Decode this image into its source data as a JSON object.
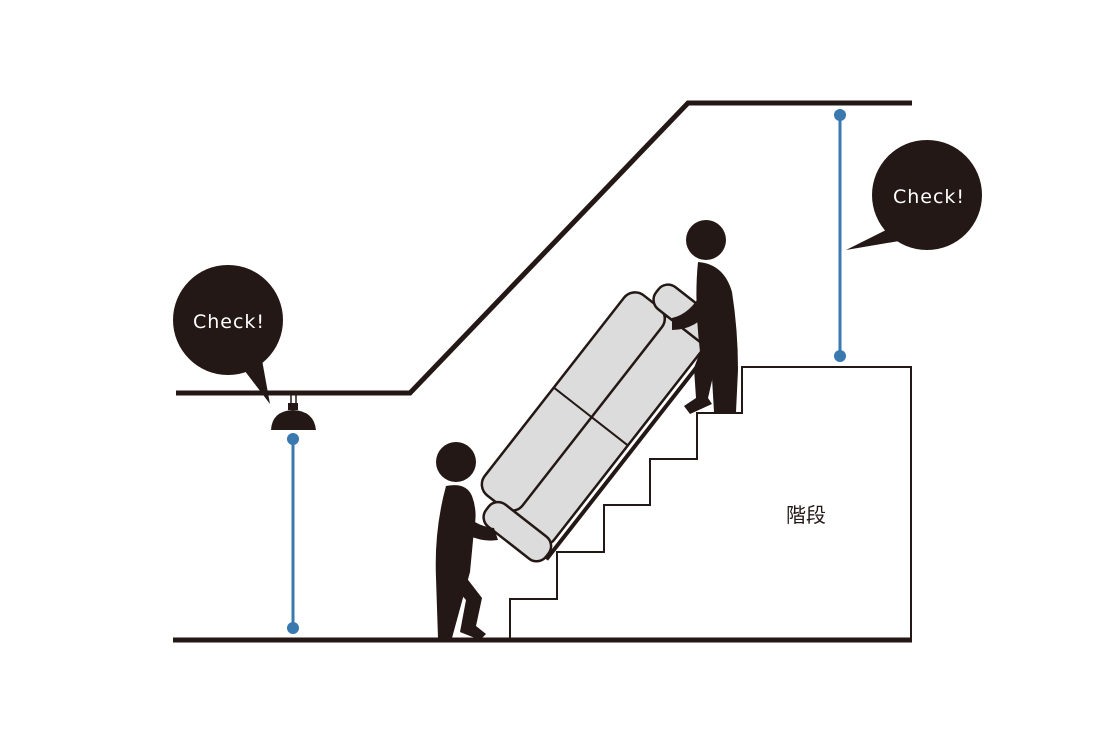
{
  "bubble_left": {
    "text": "Check!"
  },
  "bubble_right": {
    "text": "Check!"
  },
  "stairs": {
    "label": "階段"
  },
  "colors": {
    "ink": "#231815",
    "measure": "#3a78b0",
    "sofa_fill": "#dcdcdc",
    "sofa_stroke": "#231815",
    "background": "#ffffff"
  }
}
